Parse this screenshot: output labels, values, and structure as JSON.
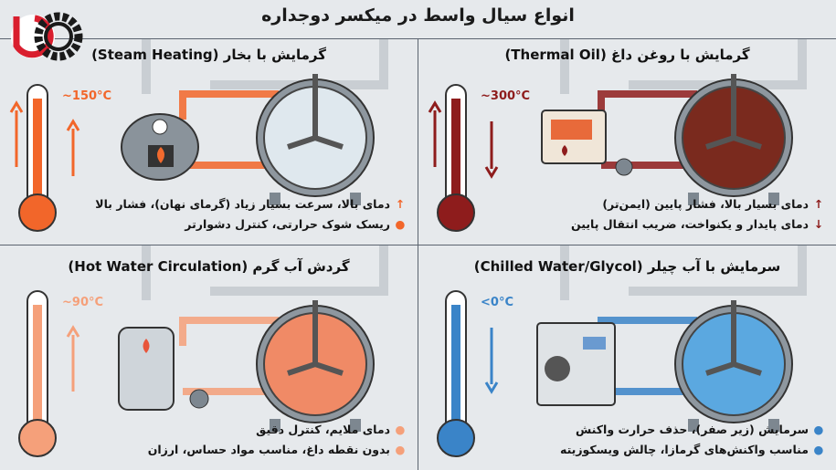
{
  "title": "انواع سیال واسط در میکسر دوجداره",
  "panels": [
    {
      "id": "steam",
      "title": "گرمایش با بخار (Steam Heating)",
      "temperature": "~150°C",
      "color": "#f2662a",
      "fluid": "#dfe8ee",
      "arrows": "up-up",
      "equipment": "boiler",
      "bullets": [
        {
          "icon": "arrow-up",
          "text": "دمای بالا، سرعت بسیار زیاد (گرمای نهان)، فشار بالا"
        },
        {
          "icon": "dot",
          "text": "ریسک شوک حرارتی، کنترل دشوارتر"
        }
      ]
    },
    {
      "id": "oil",
      "title": "گرمایش با روغن داغ (Thermal Oil)",
      "temperature": "~300°C",
      "color": "#8e1c1c",
      "fluid": "#7a2a1e",
      "arrows": "up-down",
      "equipment": "heater",
      "bullets": [
        {
          "icon": "arrow-up",
          "text": "دمای بسیار بالا، فشار پایین (ایمن‌تر)"
        },
        {
          "icon": "arrow-down",
          "text": "دمای پایدار و یکنواخت، ضریب انتقال پایین"
        }
      ]
    },
    {
      "id": "hot-water",
      "title": "گردش آب گرم (Hot Water Circulation)",
      "temperature": "~90°C",
      "color": "#f5a07a",
      "fluid": "#f08a66",
      "arrows": "up",
      "equipment": "tank",
      "bullets": [
        {
          "icon": "dot",
          "text": "دمای ملایم، کنترل دقیق"
        },
        {
          "icon": "dot",
          "text": "بدون نقطه داغ، مناسب مواد حساس، ارزان"
        }
      ]
    },
    {
      "id": "chilled",
      "title": "سرمایش با آب چیلر (Chilled Water/Glycol)",
      "temperature": "<0°C",
      "color": "#3a84c8",
      "fluid": "#5ba8e0",
      "arrows": "down",
      "equipment": "chiller",
      "bullets": [
        {
          "icon": "dot",
          "text": "سرمایش (زیر صفر)، حذف حرارت واکنش"
        },
        {
          "icon": "dot",
          "text": "مناسب واکنش‌های گرمازا، چالش ویسکوزیته"
        }
      ]
    }
  ]
}
